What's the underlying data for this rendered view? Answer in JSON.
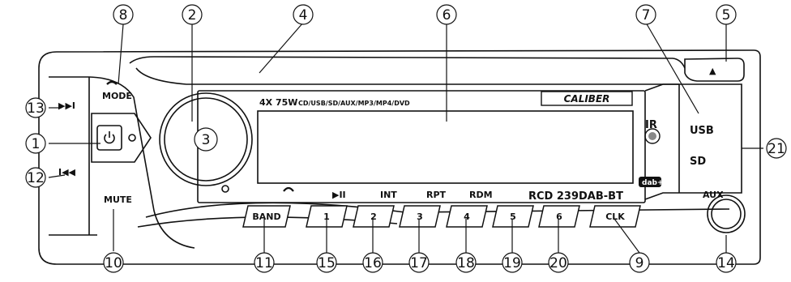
{
  "brand": "CALIBER",
  "model": "RCD 239DAB-BT",
  "power_text": "4X 75W",
  "formats_text": "CD/USB/SD/AUX/MP3/MP4/DVD",
  "labels": {
    "mode": "MODE",
    "mute": "MUTE",
    "ir": "IR",
    "usb": "USB",
    "sd": "SD",
    "aux": "AUX",
    "dab": "dab+",
    "play_pause": "▶II",
    "int": "INT",
    "rpt": "RPT",
    "rdm": "RDM",
    "next_icon": "▶▶I",
    "prev_icon": "I◀◀",
    "eject_icon": "▲"
  },
  "buttons": [
    "BAND",
    "1",
    "2",
    "3",
    "4",
    "5",
    "6",
    "CLK"
  ],
  "callouts": [
    "1",
    "2",
    "3",
    "4",
    "5",
    "6",
    "7",
    "8",
    "9",
    "10",
    "11",
    "12",
    "13",
    "14",
    "15",
    "16",
    "17",
    "18",
    "19",
    "20",
    "21"
  ]
}
